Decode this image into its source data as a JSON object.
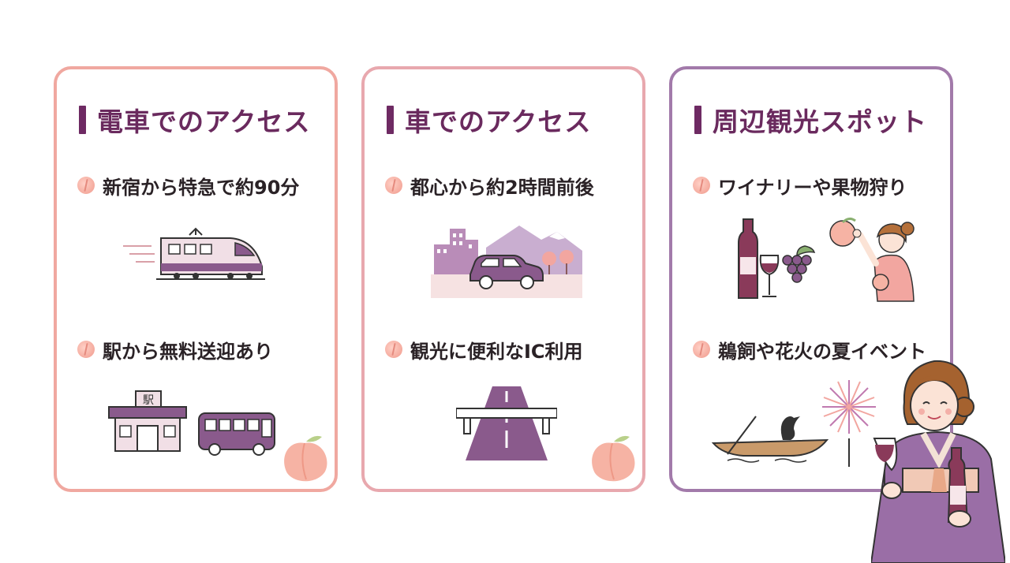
{
  "cards": [
    {
      "title": "電車でのアクセス",
      "items": [
        "新宿から特急で約90分",
        "駅から無料送迎あり"
      ],
      "station_sign": "駅"
    },
    {
      "title": "車でのアクセス",
      "items": [
        "都心から約2時間前後",
        "観光に便利なIC利用"
      ]
    },
    {
      "title": "周辺観光スポット",
      "items": [
        "ワイナリーや果物狩り",
        "鵜飼や花火の夏イベント"
      ]
    }
  ],
  "colors": {
    "accent_purple": "#6e2a63",
    "card1_border": "#f0a8a0",
    "card2_border": "#e8a8ae",
    "card3_border": "#a27aaa",
    "illustration_purple": "#8a5a8c",
    "peach": "#f3a89a"
  },
  "icons": [
    "peach-bullet-icon",
    "train-icon",
    "station-icon",
    "bus-icon",
    "car-city-mountain-icon",
    "highway-interchange-icon",
    "wine-bottle-icon",
    "grapes-icon",
    "fruit-picking-woman-icon",
    "cormorant-boat-icon",
    "fireworks-icon",
    "kimono-woman-with-wine-icon"
  ]
}
